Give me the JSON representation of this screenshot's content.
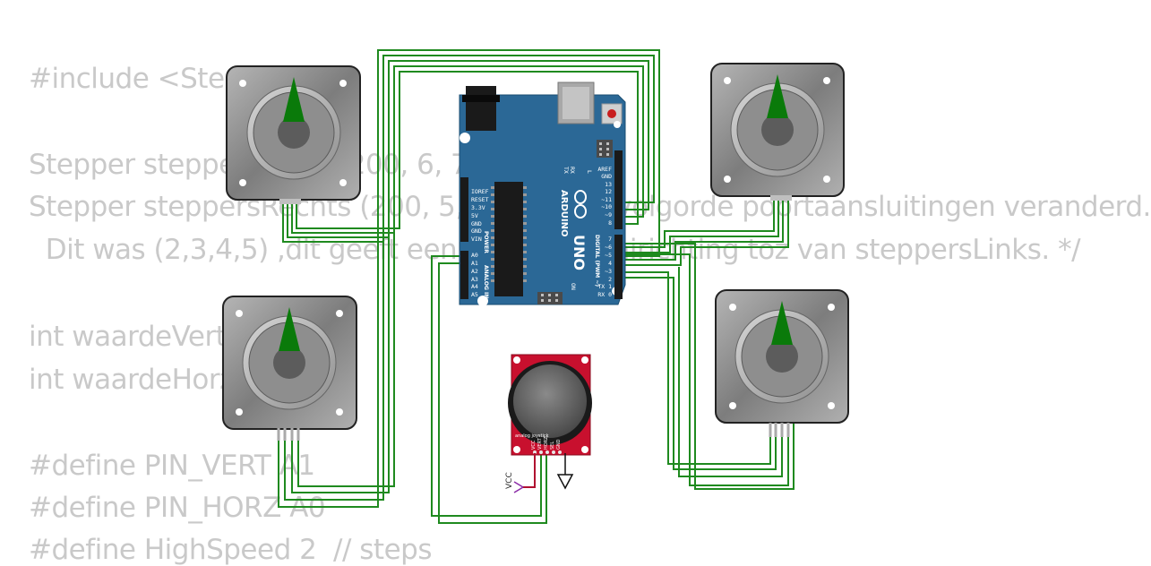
{
  "code_lines": [
    "#include <Stepper.h>",
    "",
    "Stepper steppersLinks (200, 6, 7, 8, 9);",
    "Stepper steppersRechts (200, 5, 4, 3, 2); /* volgorde poortaansluitingen veranderd.",
    "  Dit was (2,3,4,5) ,dit geeft een andere draairichting toz van steppersLinks. */",
    "",
    "int waardeVert;",
    "int waardeHorz;",
    "",
    "#define PIN_VERT A1",
    "#define PIN_HORZ A0",
    "#define HighSpeed 2  // steps"
  ],
  "arduino": {
    "brand": "ARDUINO",
    "model": "UNO",
    "power_header_label": "POWER",
    "analog_header_label": "ANALOG IN",
    "digital_header_label": "DIGITAL (PWM ~)",
    "on_label": "ON",
    "l_label": "L",
    "tx_label": "TX",
    "rx_label": "RX",
    "power_pins": [
      "IOREF",
      "RESET",
      "3.3V",
      "5V",
      "GND",
      "GND",
      "VIN"
    ],
    "analog_pins": [
      "A0",
      "A1",
      "A2",
      "A3",
      "A4",
      "A5"
    ],
    "digital_pins_top": [
      "AREF",
      "GND",
      "13",
      "12",
      "~11",
      "~10",
      "~9",
      "8"
    ],
    "digital_pins_bottom": [
      "7",
      "~6",
      "~5",
      "4",
      "~3",
      "2",
      "TX 1",
      "RX 0"
    ]
  },
  "joystick": {
    "pins": [
      "VCC",
      "VERT",
      "HORZ",
      "SEL",
      "GND"
    ],
    "label_text": "analog joystick",
    "vcc_symbol_label": "VCC"
  },
  "colors": {
    "wire": "#1f8a1f",
    "board": "#2b6896",
    "joystick_board": "#c8102e",
    "stepper_body": "#8c8c8c",
    "stepper_pointer": "#0a7a0a",
    "vcc_wire": "#b01030",
    "vcc_symbol": "#8a2ba6",
    "code_text": "#c9c9c9"
  },
  "icons": {
    "stepper": "stepper-motor-icon",
    "ground": "ground-symbol-icon",
    "vcc": "vcc-symbol-icon"
  }
}
